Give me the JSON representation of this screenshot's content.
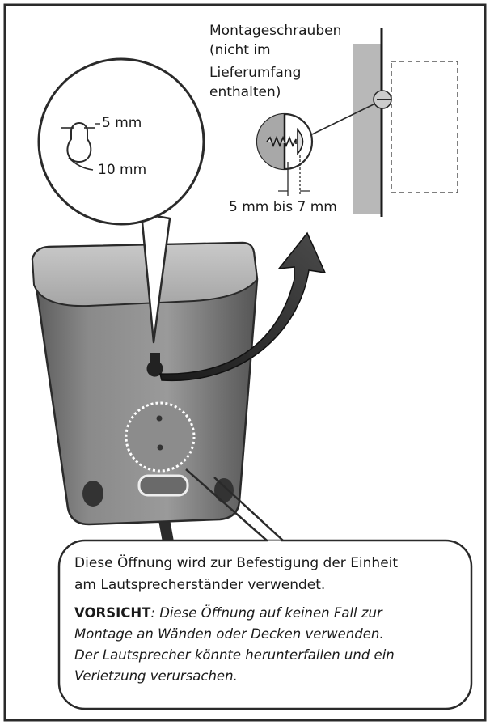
{
  "labels": {
    "keyhole_top": "5 mm",
    "keyhole_bottom": "10 mm",
    "screws": [
      "Montageschrauben",
      "(nicht im",
      "Lieferumfang",
      "enthalten)"
    ],
    "screw_depth": "5 mm bis 7 mm"
  },
  "callout": {
    "line1": "Diese Öffnung wird zur Befestigung der Einheit",
    "line2": "am Lautsprecherständer verwendet.",
    "caution_label": "VORSICHT",
    "caution_lines": [
      ": Diese Öffnung auf keinen Fall zur",
      "Montage an Wänden oder Decken verwenden.",
      "Der Lautsprecher könnte herunterfallen und ein",
      "Verletzung verursachen."
    ]
  }
}
